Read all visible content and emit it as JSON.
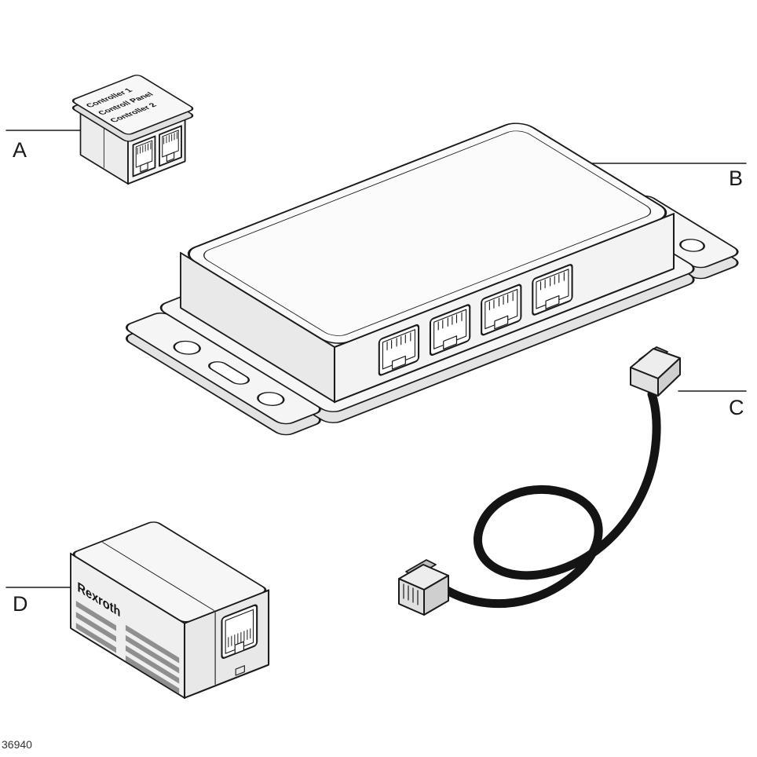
{
  "figure": {
    "number": "36940"
  },
  "labels": {
    "a": "A",
    "b": "B",
    "c": "C",
    "d": "D"
  },
  "parts": {
    "adapter": {
      "lines": [
        "Controller 1",
        "Controll Panel",
        "Controller 2"
      ]
    },
    "coupler": {
      "brand": "Rexroth"
    }
  },
  "colors": {
    "line": "#1a1a1a",
    "cable": "#141414",
    "fill_light": "#f6f6f6",
    "stripe": "#8f8f8f"
  }
}
